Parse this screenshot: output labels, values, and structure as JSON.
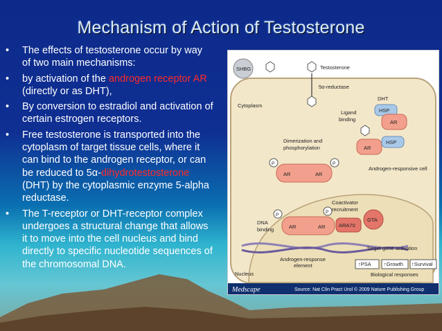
{
  "title": "Mechanism of Action of Testosterone",
  "bullet_symbol": "•",
  "bullets": [
    {
      "text": "The effects of testosterone occur by way of two main mechanisms:"
    },
    {
      "pre": " by activation of the ",
      "red": "androgen receptor AR",
      "post": " (directly or as DHT),"
    },
    {
      "text": "By conversion to estradiol and activation of certain estrogen receptors."
    },
    {
      "pre": "Free testosterone  is transported into the cytoplasm of target tissue cells, where it can bind to the androgen receptor, or can be reduced to 5α-",
      "red": "dihydrotestosterone",
      "post": " (DHT) by the cytoplasmic enzyme 5-alpha reductase."
    },
    {
      "text": "The T-receptor or DHT-receptor complex undergoes a structural change that allows it to move into the cell nucleus and bind directly to specific nucleotide sequences of the chromosomal DNA."
    }
  ],
  "diagram": {
    "shbg": "SHBG",
    "testosterone": "Testosterone",
    "reductase": "5α-reductase",
    "dht": "DHT",
    "cytoplasm": "Cytoplasm",
    "ligand_binding_1": "Ligand",
    "ligand_binding_2": "binding",
    "hsp": "HSP",
    "ar": "AR",
    "dimerization_1": "Dimerization and",
    "dimerization_2": "phosphorylation",
    "p": "P",
    "cell_label": "Androgen-responsive cell",
    "coactivator_1": "Coactivator",
    "coactivator_2": "recruitment",
    "dna_binding_1": "DNA",
    "dna_binding_2": "binding",
    "ara70": "ARA70",
    "gta": "GTA",
    "are_1": "Androgen-response",
    "are_2": "element",
    "target_gene": "Target gene activation",
    "psa": "↑PSA",
    "growth": "↑Growth",
    "survival": "↑Survival",
    "nucleus": "Nucleus",
    "bio_responses": "Biological responses",
    "medscape": "Medscape",
    "source": "Source: Nat Clin Pract Urol © 2009 Nature Publishing Group"
  }
}
